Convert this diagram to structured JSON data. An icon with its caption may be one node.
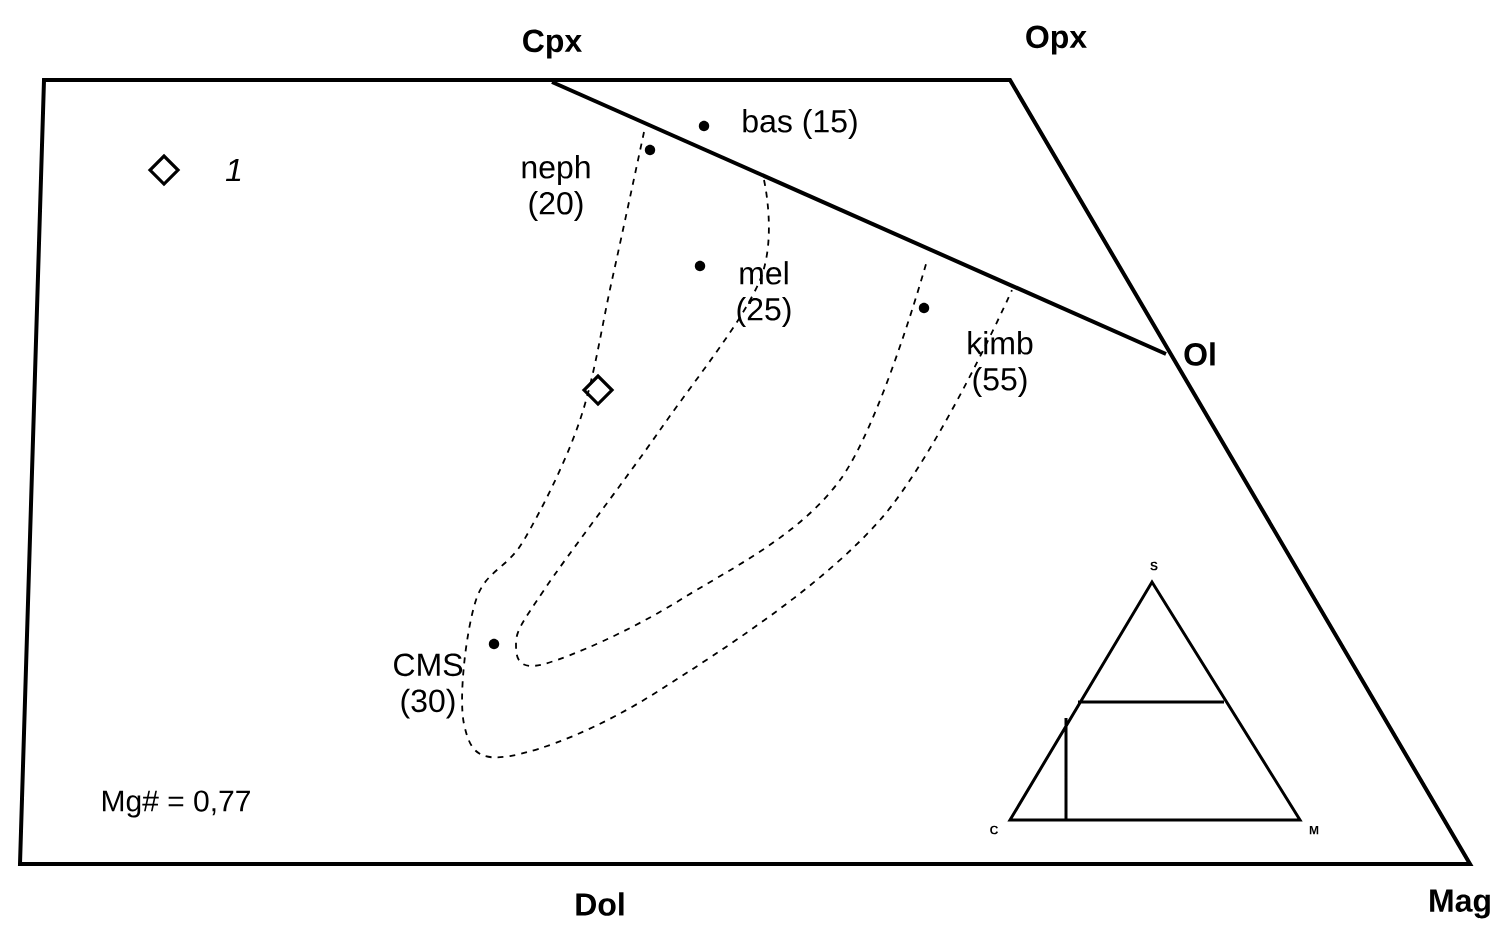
{
  "diagram": {
    "labels": [
      "Cpx",
      "Opx",
      "1",
      "neph (20)",
      "bas (15)",
      "mel (25)",
      "kimb (55)",
      "Ol",
      "CMS (30)",
      "S",
      "Mg# = 0,77",
      "C",
      "M",
      "Dol",
      "Mag"
    ]
  }
}
